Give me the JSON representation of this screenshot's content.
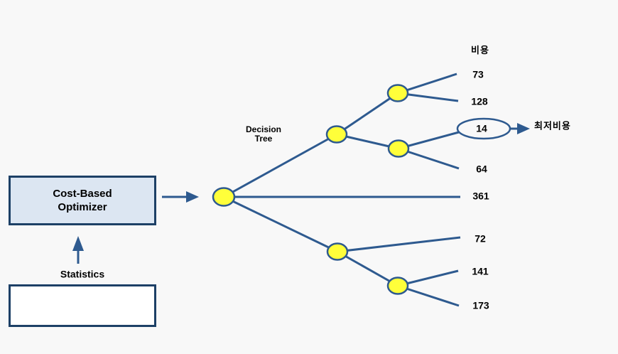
{
  "colors": {
    "background": "#f8f8f8",
    "line": "#2e5a8f",
    "node_fill": "#ffff3a",
    "node_border": "#2e5a8f",
    "optimizer_box_fill": "#dce6f2",
    "box_border": "#1d4066",
    "statistics_box_fill": "#ffffff",
    "text": "#000000"
  },
  "optimizer_box": {
    "line1": "Cost-Based",
    "line2": "Optimizer"
  },
  "statistics_label": "Statistics",
  "decision_tree_label": {
    "line1": "Decision",
    "line2": "Tree"
  },
  "cost_header": "비용",
  "lowest_cost_label": "최저비용",
  "leaf_values": [
    "73",
    "128",
    "14",
    "64",
    "361",
    "72",
    "141",
    "173"
  ],
  "circled_leaf_index": 2,
  "circled_leaf_value": "14"
}
